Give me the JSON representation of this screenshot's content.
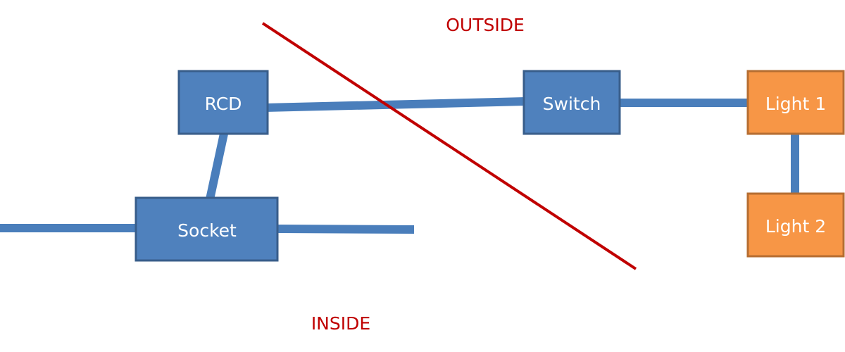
{
  "diagram": {
    "colors": {
      "wire": "#4a7ebb",
      "node_blue_fill": "#4f81bd",
      "node_blue_border": "#385d8a",
      "node_orange_fill": "#f79646",
      "node_orange_border": "#b66d31",
      "divider": "#c00000",
      "zone_text": "#c00000",
      "node_text": "#ffffff"
    },
    "zones": {
      "outside": "OUTSIDE",
      "inside": "INSIDE"
    },
    "nodes": [
      {
        "id": "rcd",
        "label": "RCD",
        "style": "blue"
      },
      {
        "id": "switch",
        "label": "Switch",
        "style": "blue"
      },
      {
        "id": "light1",
        "label": "Light 1",
        "style": "orange"
      },
      {
        "id": "light2",
        "label": "Light 2",
        "style": "orange"
      },
      {
        "id": "socket",
        "label": "Socket",
        "style": "blue"
      }
    ],
    "connections": [
      {
        "from": "rcd",
        "to": "switch"
      },
      {
        "from": "switch",
        "to": "light1"
      },
      {
        "from": "light1",
        "to": "light2"
      },
      {
        "from": "rcd",
        "to": "socket"
      },
      {
        "from": "mains-in",
        "to": "socket"
      },
      {
        "from": "socket",
        "to": "mains-out"
      }
    ]
  }
}
